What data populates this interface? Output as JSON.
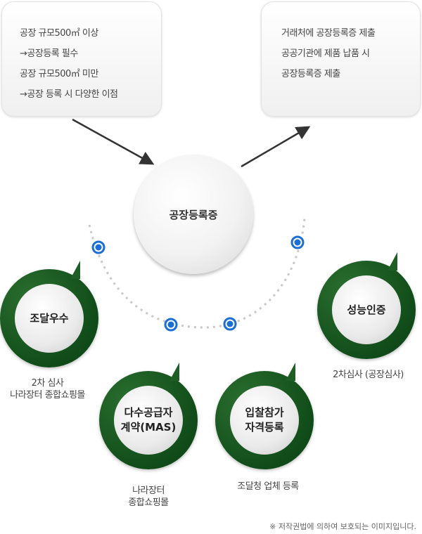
{
  "left_box": {
    "lines": [
      "공장 규모500㎡ 이상",
      "→공장등록 필수",
      "공장 규모500㎡ 미만",
      "→공장 등록 시 다양한 이점"
    ]
  },
  "right_box": {
    "lines": [
      "거래처에 공장등록증 제출",
      "공공기관에 제품 납품 시",
      "공장등록증 제출"
    ]
  },
  "center": {
    "label": "공장등록증"
  },
  "nodes": [
    {
      "title": [
        "조달우수"
      ],
      "caption": [
        "2차 심사",
        "나라장터 종합쇼핑몰"
      ]
    },
    {
      "title": [
        "다수공급자",
        "계약(MAS)"
      ],
      "caption": [
        "나라장터",
        "종합쇼핑몰"
      ]
    },
    {
      "title": [
        "입찰참가",
        "자격등록"
      ],
      "caption": [
        "조달청 업체 등록"
      ]
    },
    {
      "title": [
        "성능인증"
      ],
      "caption": [
        "2차심사 (공장심사)"
      ]
    }
  ],
  "footnote": "※ 저작권법에 의하여 보호되는 이미지입니다.",
  "colors": {
    "ring": "#1a5a22",
    "dot": "#1a6fd6",
    "arrow": "#333333"
  }
}
